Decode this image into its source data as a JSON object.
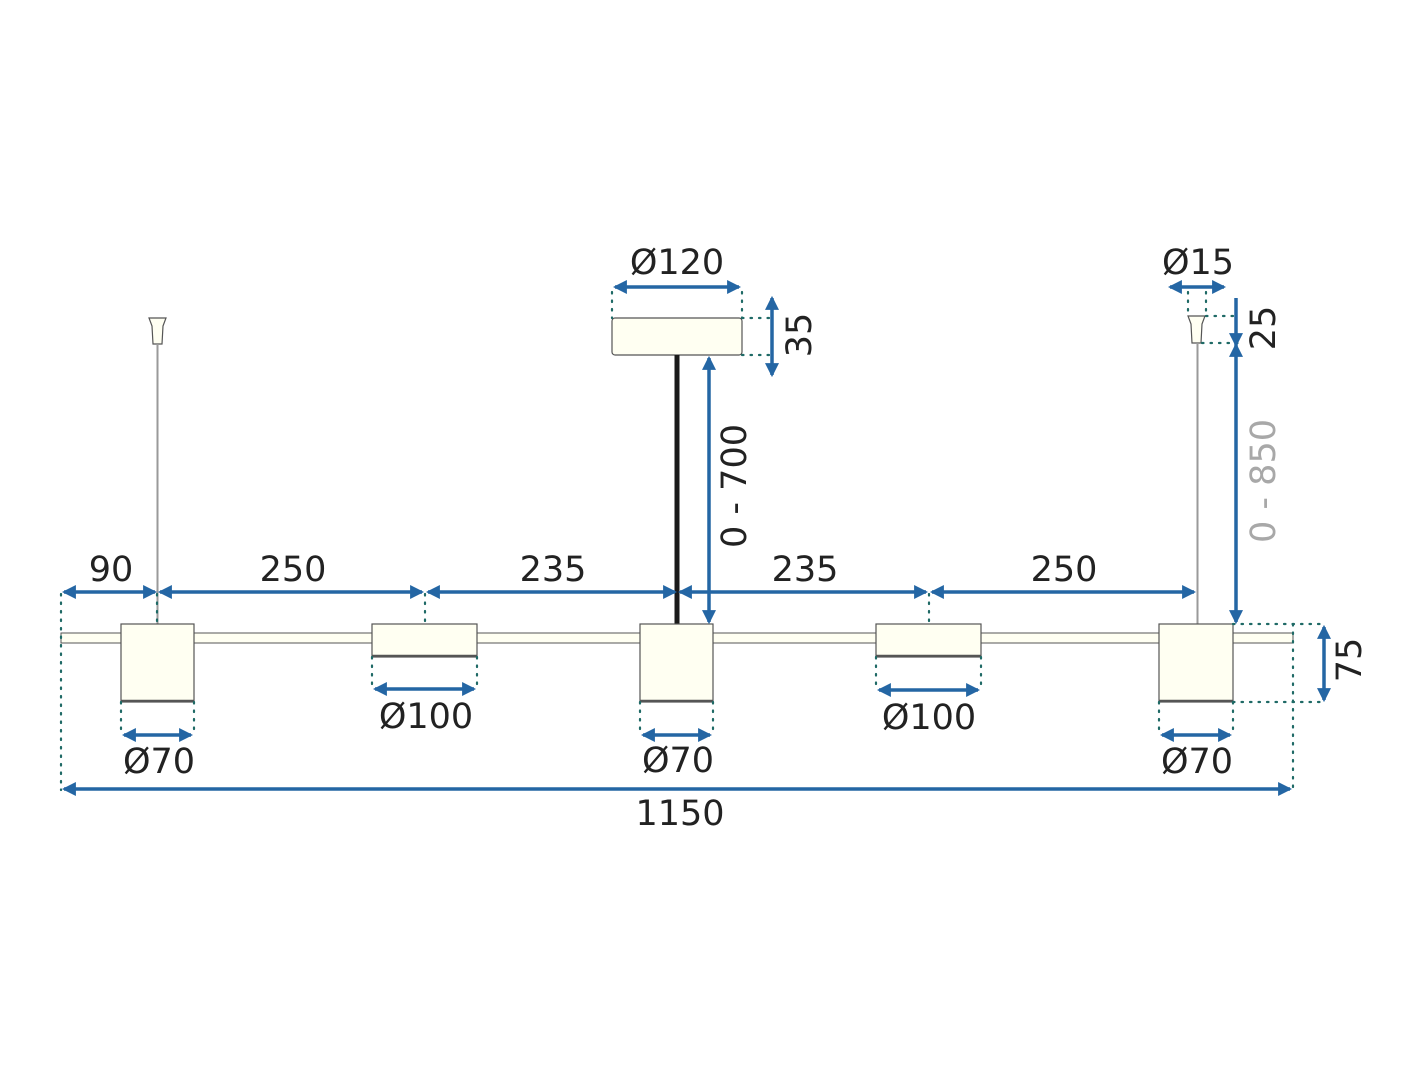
{
  "colors": {
    "dimension_line": "#2466a4",
    "extension_line": "#1f6a66",
    "fixture_fill": "#fffff2",
    "outline": "#555555",
    "rod": "#1a1a1a",
    "text": "#222222",
    "text_muted": "#a8a8a8"
  },
  "dimensions": {
    "canopy_diameter": "Ø120",
    "canopy_height": "35",
    "central_rod_length": "0 - 700",
    "wire_clamp_diameter": "Ø15",
    "wire_clamp_height": "25",
    "wire_length": "0 - 850",
    "left_offset": "90",
    "spacing_1": "250",
    "spacing_2": "235",
    "spacing_3": "235",
    "spacing_4": "250",
    "shade_height": "75",
    "small_shade_left_diameter": "Ø70",
    "wide_shade_left_diameter": "Ø100",
    "small_shade_center_diameter": "Ø70",
    "wide_shade_right_diameter": "Ø100",
    "small_shade_right_diameter": "Ø70",
    "overall_length": "1150"
  }
}
